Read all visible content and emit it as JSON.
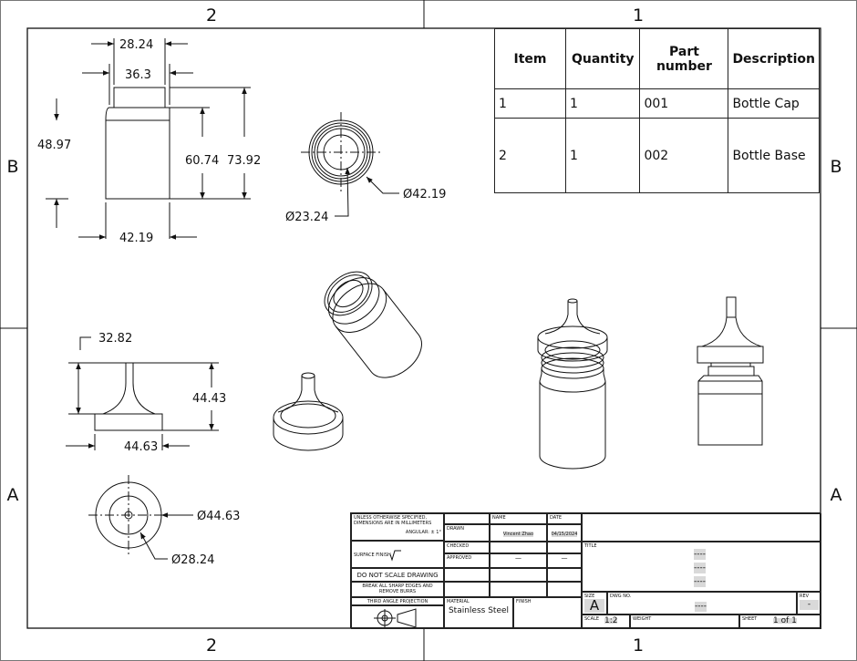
{
  "zones": {
    "top": [
      "2",
      "1"
    ],
    "bottom": [
      "2",
      "1"
    ],
    "left": [
      "B",
      "A"
    ],
    "right": [
      "B",
      "A"
    ]
  },
  "dimensions": {
    "cap_top_width": "28.24",
    "cap_width": "36.3",
    "body_height": "48.97",
    "cap_inner_height": "60.74",
    "overall_height": "73.92",
    "body_width": "42.19",
    "top_view_outer": "Ø42.19",
    "top_view_inner": "Ø23.24",
    "nozzle_width": "32.82",
    "nozzle_height": "44.43",
    "nozzle_base_width": "44.63",
    "nozzle_top_outer": "Ø44.63",
    "nozzle_top_inner": "Ø28.24"
  },
  "bom": {
    "headers": [
      "Item",
      "Quantity",
      "Part number",
      "Description"
    ],
    "rows": [
      [
        "1",
        "1",
        "001",
        "Bottle Cap"
      ],
      [
        "2",
        "1",
        "002",
        "Bottle Base"
      ]
    ]
  },
  "title_block": {
    "notes1": "UNLESS OTHERWISE SPECIFIED, DIMENSIONS ARE IN MILLIMETERS",
    "angular": "ANGULAR: ± 1°",
    "surface_finish": "SURFACE FINISH",
    "do_not_scale": "DO NOT SCALE DRAWING",
    "break_edges": "BREAK ALL SHARP EDGES AND REMOVE BURRS",
    "projection": "THIRD ANGLE PROJECTION",
    "name_hdr": "NAME",
    "date_hdr": "DATE",
    "drawn": "DRAWN",
    "checked": "CHECKED",
    "approved": "APPROVED",
    "drawn_name": "Vincent Zhao",
    "drawn_date": "04/15/2024",
    "dash": "—",
    "title_label": "TITLE",
    "title_value": "----",
    "material_label": "MATERIAL",
    "material_value": "Stainless Steel",
    "finish_label": "FINISH",
    "size_label": "SIZE",
    "size_value": "A",
    "dwg_label": "DWG NO.",
    "dwg_value": "----",
    "rev_label": "REV",
    "rev_value": "-",
    "scale_label": "SCALE",
    "scale_value": "1:2",
    "weight_label": "WEIGHT",
    "sheet_label": "SHEET",
    "sheet_value": "1 of 1"
  }
}
